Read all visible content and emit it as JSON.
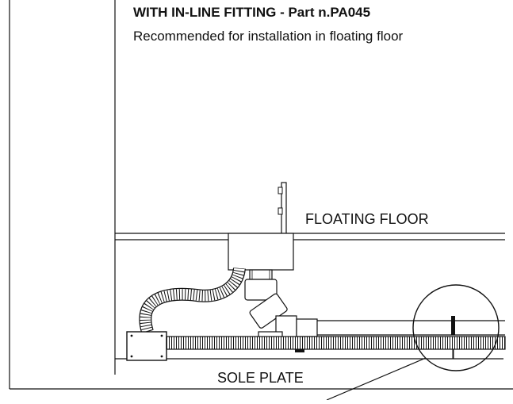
{
  "title": "WITH IN-LINE FITTING - Part n.PA045",
  "subtitle": "Recommended for installation in floating floor",
  "labels": {
    "floating_floor": "FLOATING FLOOR",
    "sole_plate": "SOLE PLATE"
  },
  "colors": {
    "line": "#111111",
    "background": "#ffffff"
  }
}
